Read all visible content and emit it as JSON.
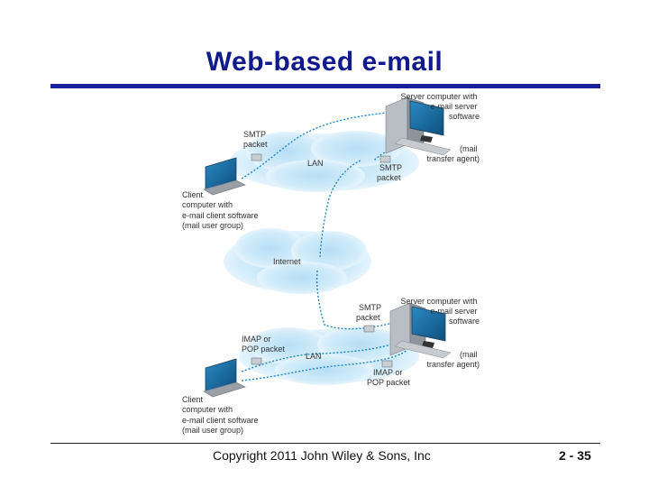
{
  "slide": {
    "title": "Web-based e-mail",
    "footer": "Copyright 2011 John Wiley & Sons, Inc",
    "page_number": "2 - 35"
  },
  "diagram": {
    "top": {
      "server_label": [
        "Server computer with",
        "e-mail server",
        "software"
      ],
      "mta_label": [
        "(mail",
        "transfer agent)"
      ],
      "smtp_left_label": [
        "SMTP",
        "packet"
      ],
      "smtp_right_label": [
        "SMTP",
        "packet"
      ],
      "lan_label": "LAN",
      "client_label": [
        "Client",
        "computer with",
        "e-mail client software",
        "(mail user group)"
      ]
    },
    "internet_label": "Internet",
    "bottom": {
      "server_label": [
        "Server computer with",
        "e-mail server",
        "software"
      ],
      "mta_label": [
        "(mail",
        "transfer agent)"
      ],
      "smtp_label": [
        "SMTP",
        "packet"
      ],
      "imap_left_label": [
        "IMAP or",
        "POP packet"
      ],
      "imap_right_label": [
        "IMAP or",
        "POP packet"
      ],
      "lan_label": "LAN",
      "client_label": [
        "Client",
        "computer with",
        "e-mail client software",
        "(mail user group)"
      ]
    },
    "colors": {
      "cloud": "#cde9f8",
      "link": "#1e88c8",
      "monitor": "#1f6fa3"
    }
  }
}
